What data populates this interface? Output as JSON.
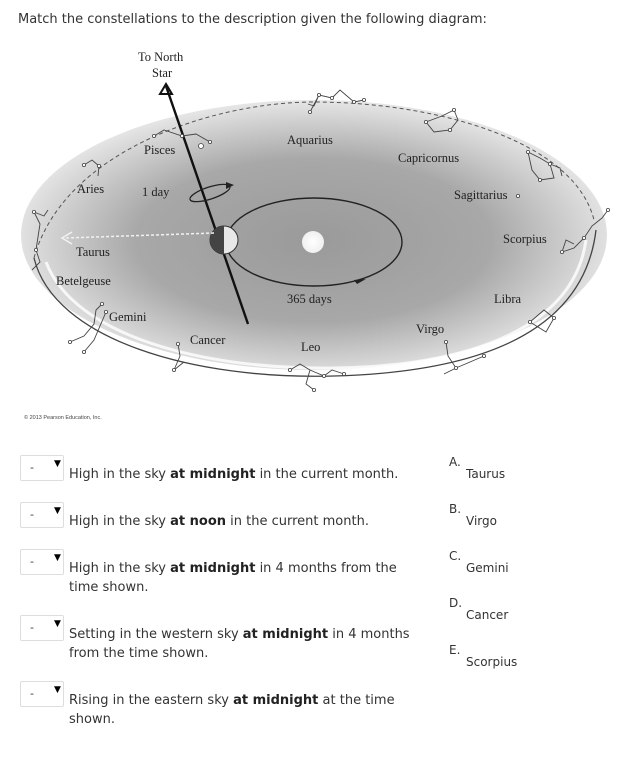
{
  "question": "Match the constellations to the description given the following diagram:",
  "diagram": {
    "to_north_star_line1": "To North",
    "to_north_star_line2": "Star",
    "labels": {
      "aquarius": "Aquarius",
      "pisces": "Pisces",
      "capricornus": "Capricornus",
      "aries": "Aries",
      "one_day": "1 day",
      "sagittarius": "Sagittarius",
      "taurus": "Taurus",
      "scorpius": "Scorpius",
      "betelgeuse": "Betelgeuse",
      "days_365": "365 days",
      "libra": "Libra",
      "gemini": "Gemini",
      "virgo": "Virgo",
      "cancer": "Cancer",
      "leo": "Leo"
    },
    "copyright": "© 2013 Pearson Education, Inc."
  },
  "matching": {
    "rows": [
      {
        "selected": "-",
        "pre": "High in the sky ",
        "bold": "at midnight",
        "post": " in the current month."
      },
      {
        "selected": "-",
        "pre": "High in the sky ",
        "bold": "at noon",
        "post": " in the current month."
      },
      {
        "selected": "-",
        "pre": "High in the sky ",
        "bold": "at midnight",
        "post": " in 4 months from the time shown."
      },
      {
        "selected": "-",
        "pre": "Setting in the western sky ",
        "bold": "at midnight",
        "post": " in 4 months from the time shown."
      },
      {
        "selected": "-",
        "pre": "Rising in the eastern sky ",
        "bold": "at midnight",
        "post": " at the time shown."
      }
    ],
    "options": [
      {
        "letter": "A.",
        "text": "Taurus"
      },
      {
        "letter": "B.",
        "text": "Virgo"
      },
      {
        "letter": "C.",
        "text": "Gemini"
      },
      {
        "letter": "D.",
        "text": "Cancer"
      },
      {
        "letter": "E.",
        "text": "Scorpius"
      }
    ]
  }
}
